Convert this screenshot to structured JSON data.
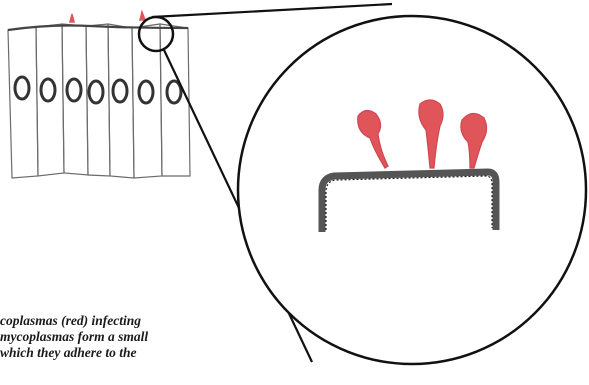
{
  "caption": {
    "lines": [
      "coplasmas (red) infecting",
      "mycoplasmas form a small",
      "which they adhere to the"
    ]
  },
  "colors": {
    "ink": "#3a3a3a",
    "cell_outline": "#6b6b6b",
    "mycoplasma": "#e0555a",
    "background": "#ffffff"
  }
}
